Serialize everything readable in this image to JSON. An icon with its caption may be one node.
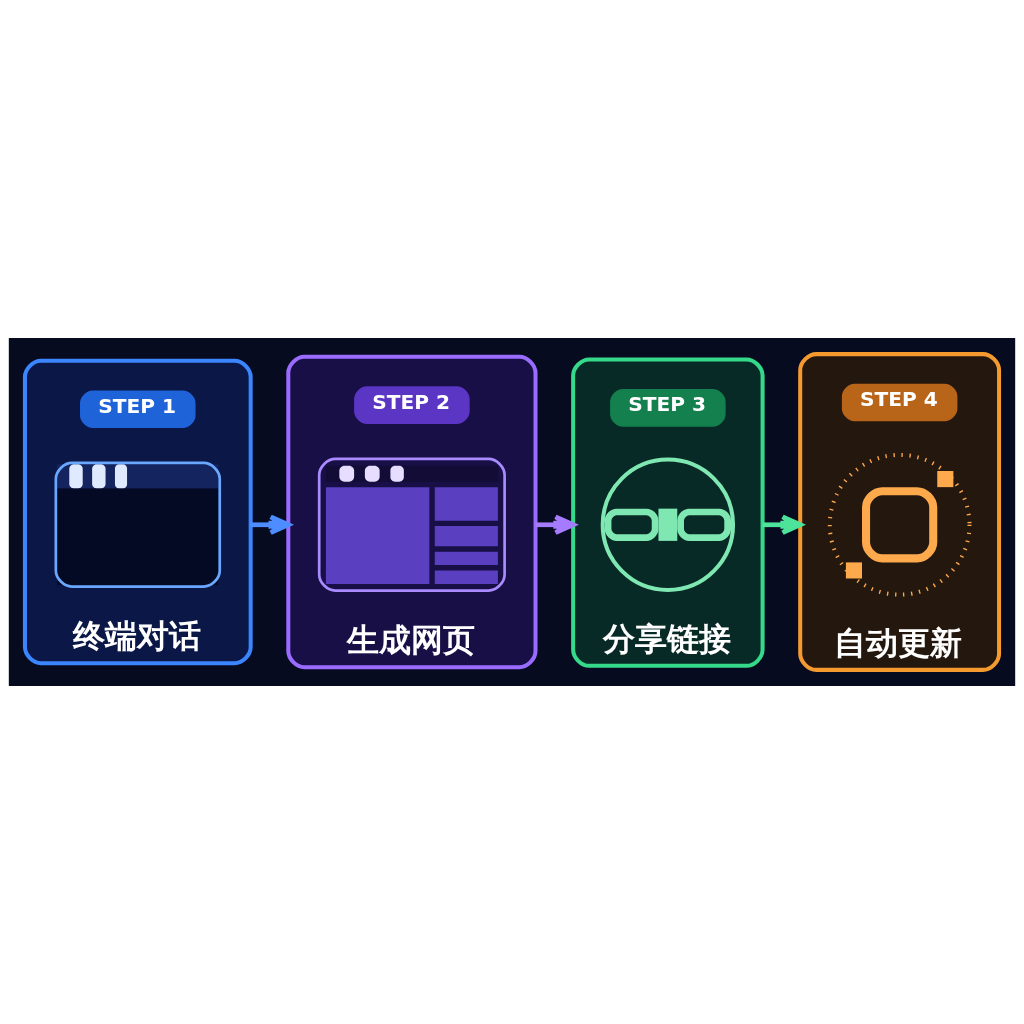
{
  "diagram": {
    "nodes": [
      {
        "text": [
          "终端对话"
        ]
      },
      {
        "text": [
          "STEP 1"
        ],
        "in": 0
      },
      {
        "text": [],
        "shape": "picture",
        "in": 0
      },
      {
        "text": [
          "生成网页"
        ]
      },
      {
        "text": [
          "STEP 2"
        ],
        "in": 3
      },
      {
        "text": [],
        "shape": "picture",
        "in": 3
      },
      {
        "text": [
          "分享链接"
        ]
      },
      {
        "text": [
          "STEP 3"
        ],
        "in": 6
      },
      {
        "text": [],
        "shape": "picture",
        "in": 6
      },
      {
        "text": [
          "自动更新"
        ]
      },
      {
        "text": [
          "STEP 4"
        ],
        "in": 9
      },
      {
        "text": [],
        "shape": "picture",
        "in": 9
      }
    ],
    "edges": [
      {
        "from": 0,
        "to": 3,
        "arrow": "to",
        "color": "#4d8dff"
      },
      {
        "from": 3,
        "to": 6,
        "arrow": "to",
        "color": "#a57bff"
      },
      {
        "from": 6,
        "to": 9,
        "arrow": "to",
        "color": "#4ee39a"
      }
    ]
  }
}
